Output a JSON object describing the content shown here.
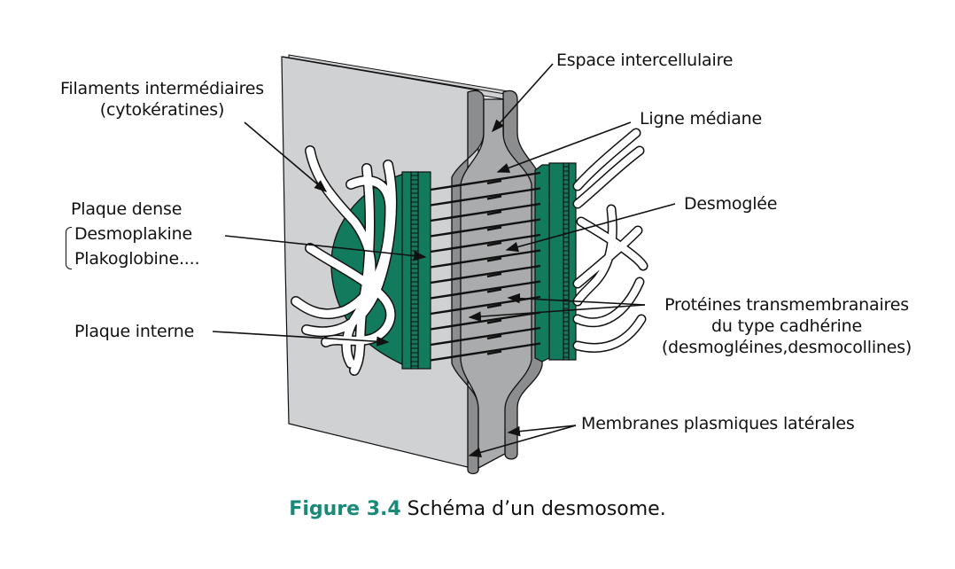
{
  "colors": {
    "membrane_light": "#d0d1d3",
    "membrane_mid": "#aaabad",
    "membrane_dark": "#8c8d8f",
    "plaque_green": "#127a5d",
    "filament": "#ffffff",
    "caption_accent": "#1a8a78",
    "ink": "#111111"
  },
  "labels": {
    "filaments_line1": "Filaments intermédiaires",
    "filaments_line2": "(cytokératines)",
    "plaque_dense": "Plaque dense",
    "desmoplakine": "Desmoplakine",
    "plakoglobine": "Plakoglobine....",
    "plaque_interne": "Plaque interne",
    "espace_intercellulaire": "Espace intercellulaire",
    "ligne_mediane": "Ligne médiane",
    "desmoglee": "Desmoglée",
    "proteines_line1": "Protéines transmembranaires",
    "proteines_line2": "du type cadhérine",
    "proteines_line3": "(desmogléines,desmocollines)",
    "membranes": "Membranes plasmiques latérales"
  },
  "caption": {
    "number": "Figure 3.4",
    "text": " Schéma d’un desmosome."
  }
}
